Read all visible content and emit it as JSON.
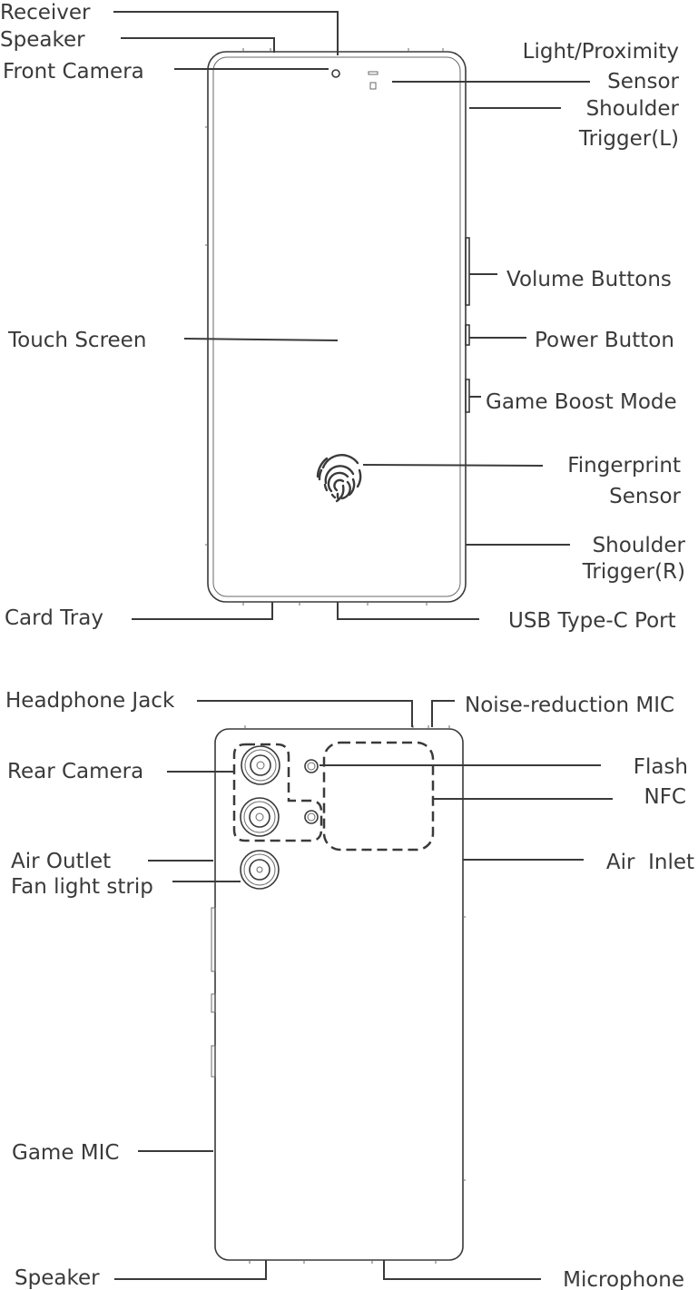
{
  "front_labels": {
    "receiver": "Receiver",
    "speaker": "Speaker",
    "front_camera": "Front Camera",
    "light_proximity_1": "Light/Proximity",
    "light_proximity_2": "Sensor",
    "shoulder_l_1": "Shoulder",
    "shoulder_l_2": "Trigger(L)",
    "volume": "Volume Buttons",
    "touch_screen": "Touch Screen",
    "power": "Power Button",
    "game_boost": "Game Boost Mode",
    "fingerprint_1": "Fingerprint",
    "fingerprint_2": "Sensor",
    "shoulder_r_1": "Shoulder",
    "shoulder_r_2": "Trigger(R)",
    "card_tray": "Card Tray",
    "usb": "USB Type-C Port"
  },
  "back_labels": {
    "headphone": "Headphone Jack",
    "noise_mic": "Noise-reduction MIC",
    "rear_camera": "Rear Camera",
    "flash": "Flash",
    "nfc": "NFC",
    "air_outlet": "Air Outlet",
    "air_inlet": "Air  Inlet",
    "fan_light": "Fan light strip",
    "game_mic": "Game MIC",
    "speaker": "Speaker",
    "microphone": "Microphone"
  }
}
